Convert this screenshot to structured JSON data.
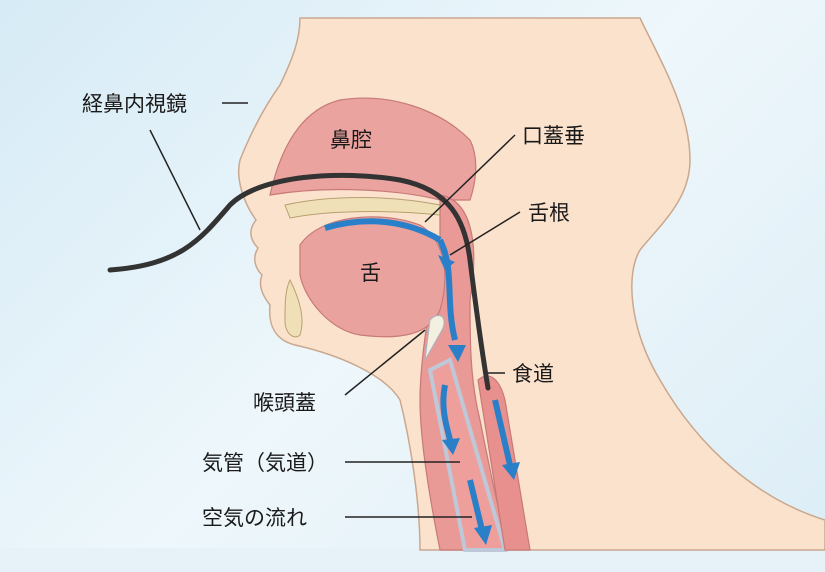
{
  "labels": {
    "endoscope": "経鼻内視鏡",
    "nasal_cavity": "鼻腔",
    "uvula": "口蓋垂",
    "tongue_base": "舌根",
    "tongue": "舌",
    "esophagus": "食道",
    "epiglottis": "喉頭蓋",
    "trachea": "気管（気道）",
    "airflow": "空気の流れ"
  },
  "colors": {
    "skin": "#fbe2cc",
    "tissue": "#e89a98",
    "airflow_arrow": "#2a7fc9",
    "endoscope": "#333333"
  }
}
